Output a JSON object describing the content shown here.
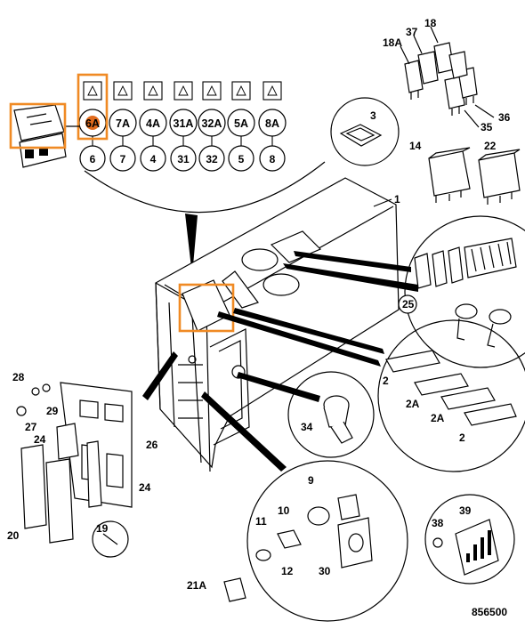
{
  "drawing_number": "856500",
  "fuse_row": {
    "ratings": [
      "6A",
      "7A",
      "4A",
      "31A",
      "32A",
      "5A",
      "8A"
    ],
    "positions": [
      "6",
      "7",
      "4",
      "31",
      "32",
      "5",
      "8"
    ],
    "symbols": [
      "light-symbol-icon",
      "wiper-symbol-icon",
      "wave-symbol-icon",
      "slope-symbol-icon",
      "chassis-symbol-icon",
      "warning-symbol-icon",
      "lamp-symbol-icon"
    ]
  },
  "callouts": {
    "c1": "1",
    "c2a": "2",
    "c2b": "2",
    "c2A_a": "2A",
    "c2A_b": "2A",
    "c3": "3",
    "c9": "9",
    "c10": "10",
    "c11": "11",
    "c12": "12",
    "c14": "14",
    "c18": "18",
    "c18A": "18A",
    "c19": "19",
    "c20": "20",
    "c21A": "21A",
    "c22": "22",
    "c24a": "24",
    "c24b": "24",
    "c25": "25",
    "c26": "26",
    "c27": "27",
    "c28": "28",
    "c29": "29",
    "c30": "30",
    "c34": "34",
    "c35": "35",
    "c36": "36",
    "c37": "37",
    "c38": "38",
    "c39": "39"
  },
  "colors": {
    "highlight": "#f08a24",
    "line": "#000000",
    "background": "#ffffff"
  }
}
